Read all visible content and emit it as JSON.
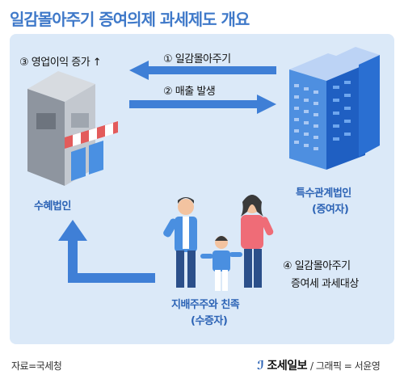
{
  "title": "일감몰아주기 증여의제 과세제도 개요",
  "labels": {
    "step1": "① 일감몰아주기",
    "step2": "② 매출 발생",
    "step3": "③ 영업이익 증가 ↑",
    "step4_line1": "④ 일감몰아주기",
    "step4_line2": "증여세 과세대상",
    "beneficiary": "수혜법인",
    "related_corp_line1": "특수관계법인",
    "related_corp_line2": "(증여자)",
    "shareholders_line1": "지배주주와 친족",
    "shareholders_line2": "(수증자)"
  },
  "footer": {
    "source": "자료=국세청",
    "brand": "조세일보",
    "graphic_credit": "/ 그래픽 = 서윤영"
  }
}
